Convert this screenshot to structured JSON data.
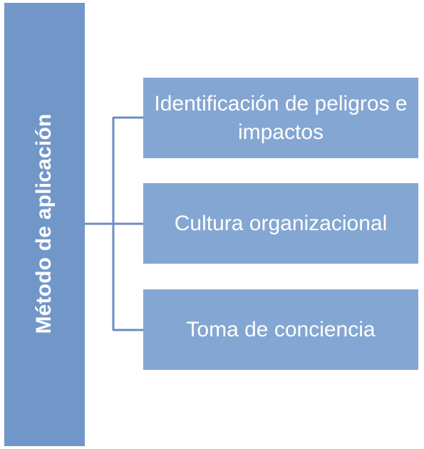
{
  "diagram": {
    "root": {
      "label": "Método de aplicación"
    },
    "children": [
      {
        "label": "Identificación de peligros e impactos"
      },
      {
        "label": "Cultura organizacional"
      },
      {
        "label": "Toma de conciencia"
      }
    ],
    "colors": {
      "root_fill": "#7197c9",
      "child_fill": "#84a6d2",
      "connector": "#6c8ec0",
      "text": "#ffffff"
    }
  }
}
